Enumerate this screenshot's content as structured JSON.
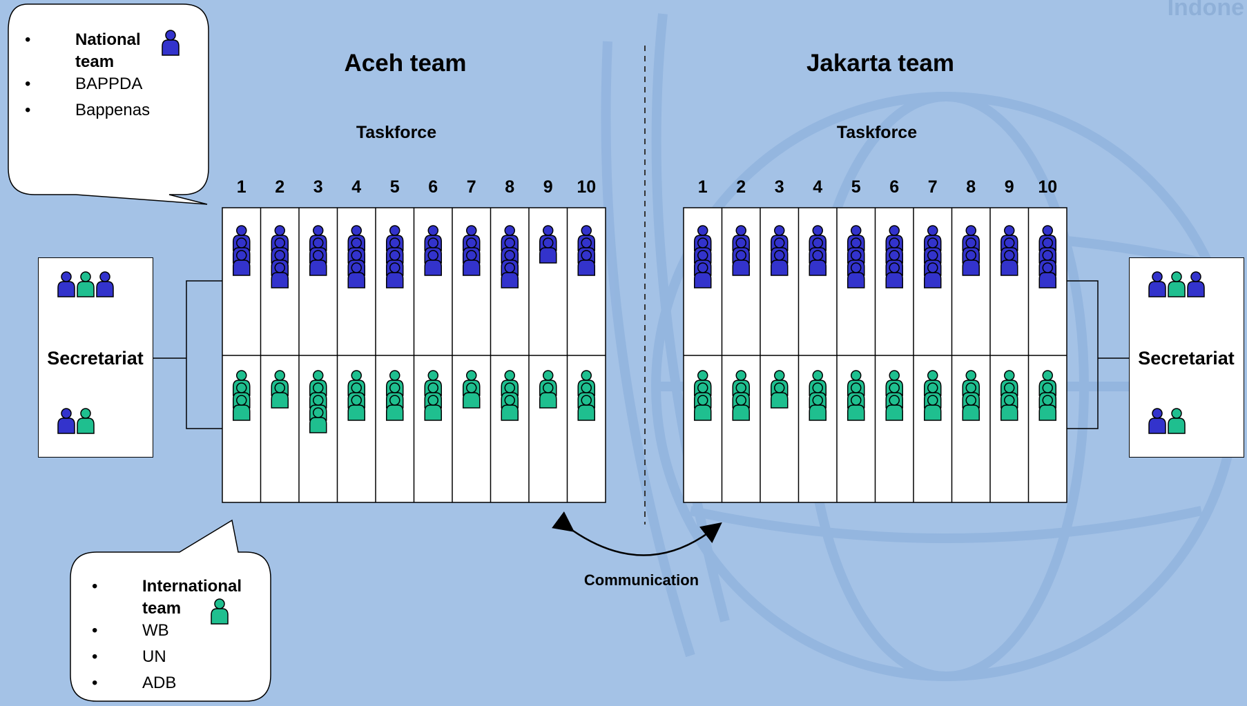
{
  "watermark_text": "Indone",
  "aceh": {
    "title": "Aceh team",
    "taskforce_label": "Taskforce",
    "columns": [
      "1",
      "2",
      "3",
      "4",
      "5",
      "6",
      "7",
      "8",
      "9",
      "10"
    ],
    "national_counts": [
      3,
      4,
      3,
      4,
      4,
      3,
      3,
      4,
      2,
      3
    ],
    "international_counts": [
      3,
      2,
      4,
      3,
      3,
      3,
      2,
      3,
      2,
      3
    ]
  },
  "jakarta": {
    "title": "Jakarta team",
    "taskforce_label": "Taskforce",
    "columns": [
      "1",
      "2",
      "3",
      "4",
      "5",
      "6",
      "7",
      "8",
      "9",
      "10"
    ],
    "national_counts": [
      4,
      3,
      3,
      3,
      4,
      4,
      4,
      3,
      3,
      4
    ],
    "international_counts": [
      3,
      3,
      2,
      3,
      3,
      3,
      3,
      3,
      3,
      3
    ]
  },
  "secretariat_left": {
    "label": "Secretariat"
  },
  "secretariat_right": {
    "label": "Secretariat"
  },
  "national_bubble": {
    "bullet": "•",
    "items": [
      {
        "text": "National team",
        "bold": true
      },
      {
        "text": "BAPPDA",
        "bold": false
      },
      {
        "text": "Bappenas",
        "bold": false
      }
    ]
  },
  "international_bubble": {
    "bullet": "•",
    "items": [
      {
        "text": "International team",
        "bold": true
      },
      {
        "text": "WB",
        "bold": false
      },
      {
        "text": "UN",
        "bold": false
      },
      {
        "text": "ADB",
        "bold": false
      }
    ]
  },
  "communication_label": "Communication",
  "colors": {
    "background": "#a4c2e6",
    "national": "#3333cc",
    "international": "#1fbf8f",
    "box": "#ffffff",
    "line": "#000000"
  },
  "icons": [
    "person-national-icon",
    "person-international-icon"
  ]
}
